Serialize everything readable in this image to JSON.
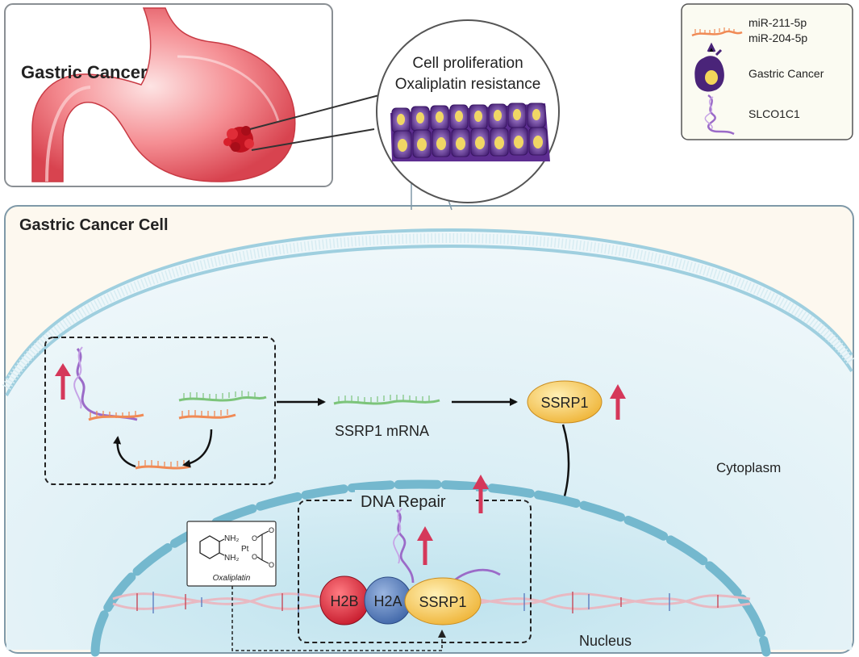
{
  "top_panel": {
    "title": "Gastric Cancer"
  },
  "callout": {
    "line1": "Cell proliferation",
    "line2": "Oxaliplatin resistance"
  },
  "legend": {
    "items": [
      {
        "label_line1": "miR-211-5p",
        "label_line2": "miR-204-5p",
        "icon": "mirna-strand-icon"
      },
      {
        "label_line1": "Gastric Cancer",
        "label_line2": "",
        "icon": "cancer-cell-icon"
      },
      {
        "label_line1": "SLCO1C1",
        "label_line2": "",
        "icon": "rna-helix-icon"
      }
    ]
  },
  "cell": {
    "title": "Gastric Cancer Cell",
    "cytoplasm_label": "Cytoplasm",
    "nucleus_label": "Nucleus",
    "mrna_label": "SSRP1 mRNA",
    "protein_label": "SSRP1",
    "dna_repair_label": "DNA Repair",
    "histones": [
      "H2B",
      "H2A"
    ],
    "nucleus_protein_label": "SSRP1"
  },
  "drug": {
    "name": "Oxaliplatin",
    "atoms": {
      "nh2_top": "NH₂",
      "nh2_bottom": "NH₂",
      "pt": "Pt",
      "o_top": "O",
      "o_bottom": "O",
      "o_dbl_top": "O",
      "o_dbl_bottom": "O"
    }
  },
  "colors": {
    "up_arrow": "#d5385a",
    "mirna": "#f08a55",
    "mrna_green": "#7cc47a",
    "rna_purple": "#9b6bc8",
    "ssrp1_fill": "#f6c24f",
    "h2b_fill": "#d8263a",
    "h2a_fill": "#4d77b7"
  }
}
